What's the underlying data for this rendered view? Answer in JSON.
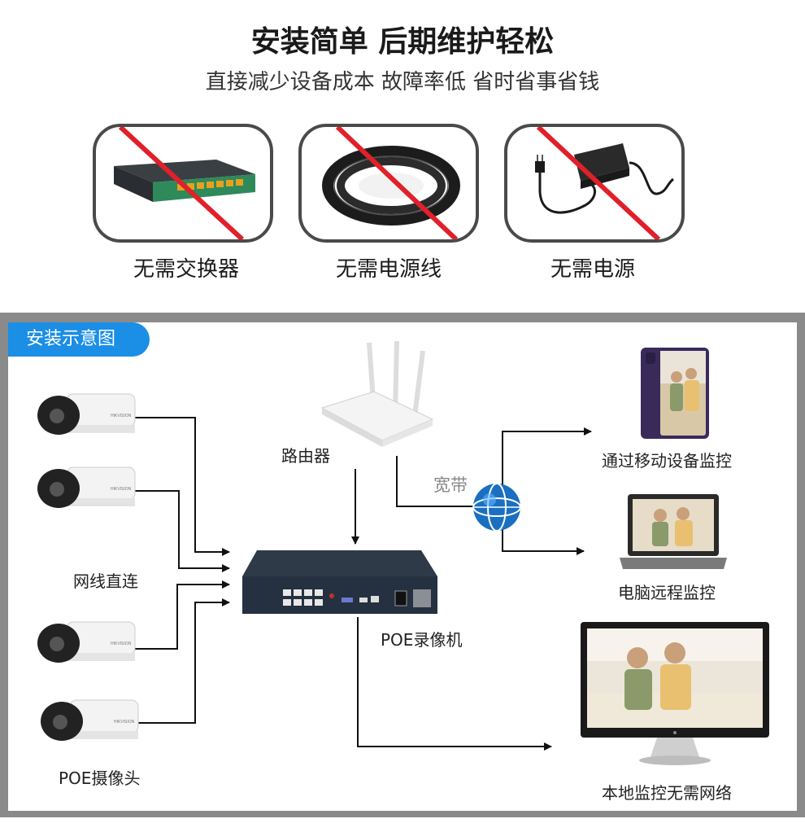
{
  "header": {
    "title": "安装简单 后期维护轻松",
    "subtitle": "直接减少设备成本 故障率低 省时省事省钱"
  },
  "no_items": [
    {
      "label": "无需交换器",
      "icon": "network-switch"
    },
    {
      "label": "无需电源线",
      "icon": "cable-coil"
    },
    {
      "label": "无需电源",
      "icon": "power-adapter"
    }
  ],
  "diagram": {
    "tag": "安装示意图",
    "router_label": "路由器",
    "broadband_label": "宽带",
    "direct_label": "网线直连",
    "camera_label": "POE摄像头",
    "nvr_label": "POE录像机",
    "mobile_label": "通过移动设备监控",
    "pc_label": "电脑远程监控",
    "local_label": "本地监控无需网络",
    "camera_brand": "HIKVISION"
  },
  "colors": {
    "tag_bg": "#1b8ee6",
    "strike": "#e0202a",
    "panel_border": "#8a8a8a"
  }
}
